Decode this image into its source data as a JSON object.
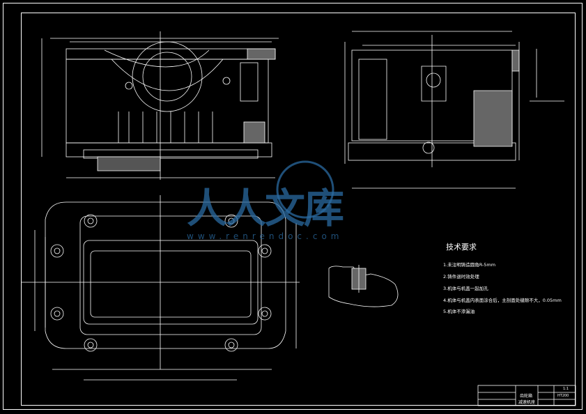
{
  "technical_requirements": {
    "title": "技术要求",
    "items": [
      "1.未注明铸造圆角R-5mm",
      "2.铸件退时效处理",
      "3.机体与机盖一起加孔",
      "4.机体与机盖内表面涂合后，主剖面处缝隙不大，0.05mm",
      "5.机体不渗漏油"
    ]
  },
  "title_block": {
    "name_line1": "齿轮箱",
    "name_line2": "减速机座",
    "scale": "1:1",
    "material": "HT200"
  },
  "watermark": {
    "text": "人人文库",
    "url": "www.renrendoc.com"
  },
  "colors": {
    "background": "#000000",
    "line": "#ffffff",
    "watermark": "#2a6aa0"
  }
}
